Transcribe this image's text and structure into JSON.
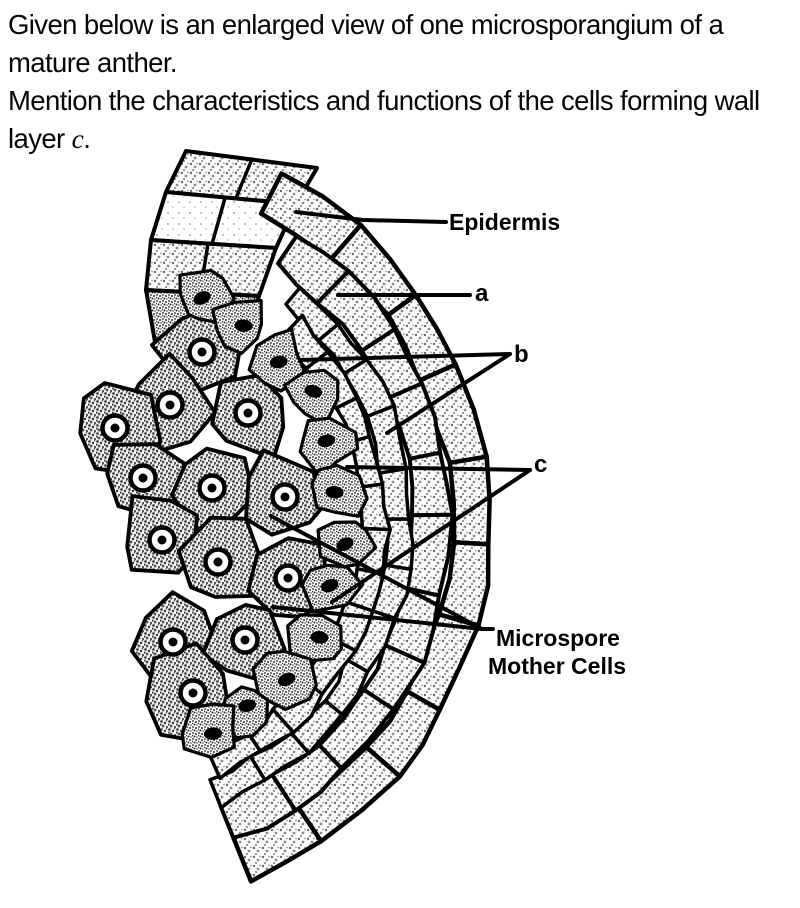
{
  "question": {
    "line1": "Given below is an enlarged view of one microsporangium of a",
    "line2": "mature anther.",
    "line3": "Mention the characteristics and functions of the cells forming wall",
    "line4_prefix": "layer ",
    "line4_var": "c",
    "line4_suffix": "."
  },
  "figure": {
    "ink_color": "#000000",
    "background_color": "#ffffff",
    "labels": {
      "epidermis": "Epidermis",
      "a": "a",
      "b": "b",
      "c": "c",
      "mmc_line1": "Microspore",
      "mmc_line2": "Mother Cells"
    }
  }
}
